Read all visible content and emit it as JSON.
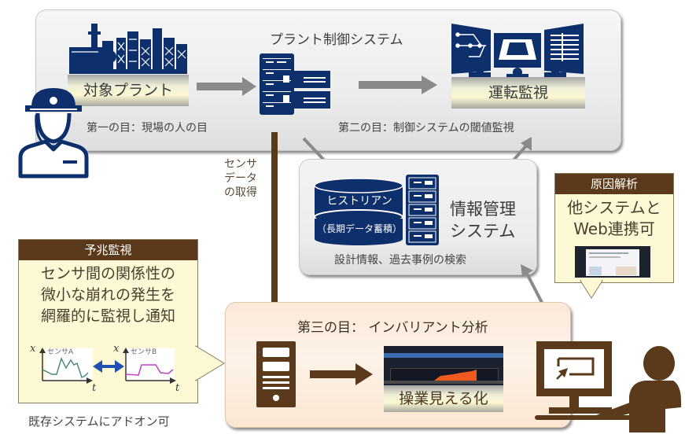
{
  "plant_control": {
    "title": "プラント制御システム",
    "target_plant_label": "対象プラント",
    "operation_monitoring_label": "運転監視",
    "first_eye": "第一の目：現場の人の目",
    "second_eye": "第二の目：制御システムの閾値監視"
  },
  "sensor_data": {
    "line1": "センサ",
    "line2": "データ",
    "line3": "の取得"
  },
  "info_system": {
    "historian_label": "ヒストリアン",
    "historian_sub": "（長期データ蓄積）",
    "title_line1": "情報管理",
    "title_line2": "システム",
    "search_caption": "設計情報、過去事例の検索"
  },
  "root_cause": {
    "header": "原因解析",
    "line1": "他システムと",
    "line2": "Web連携可"
  },
  "predictive": {
    "header": "予兆監視",
    "line1": "センサ間の関係性の",
    "line2": "微小な崩れの発生を",
    "line3": "網羅的に監視し通知",
    "sensor_a": "センサA",
    "sensor_b": "センサB",
    "axis_x": "x",
    "axis_t": "t",
    "addon_caption": "既存システムにアドオン可"
  },
  "invariant": {
    "title": "第三の目： インバリアント分析",
    "visualization_label": "操業見える化"
  },
  "colors": {
    "navy": "#0d2f6b",
    "brown": "#5a3a1a",
    "arrow_gray": "#8a8a8a",
    "sensor_a_line": "#4a8a7a",
    "sensor_b_line": "#c040c8",
    "link_arrow": "#2050b0",
    "orange": "#f05a1e"
  }
}
